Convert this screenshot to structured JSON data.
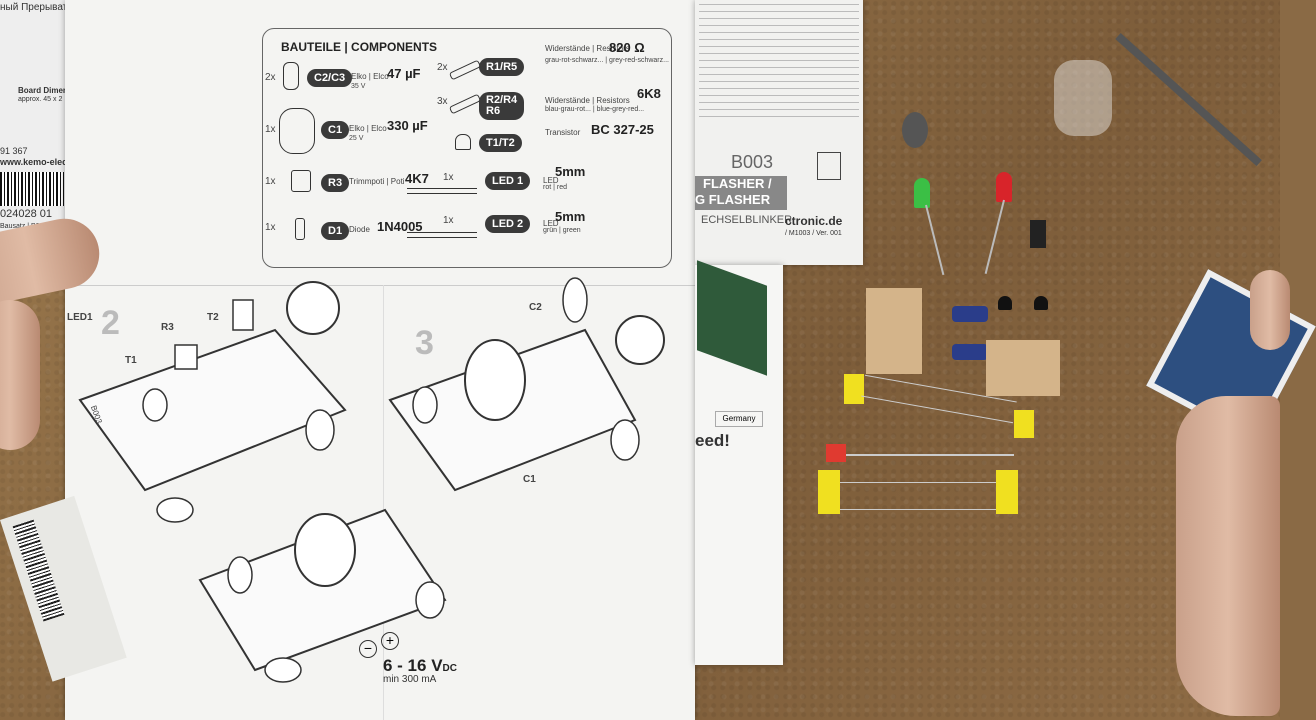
{
  "components_header": "BAUTEILE | COMPONENTS",
  "parts": {
    "c2c3": {
      "qty": "2x",
      "tag": "C2/C3",
      "desc": "Elko | Elco",
      "val": "47 µF",
      "sub": "35 V"
    },
    "c1": {
      "qty": "1x",
      "tag": "C1",
      "desc": "Elko | Elco",
      "val": "330 µF",
      "sub": "25 V"
    },
    "r3": {
      "qty": "1x",
      "tag": "R3",
      "desc": "Trimmpoti | Poti",
      "val": "4K7"
    },
    "d1": {
      "qty": "1x",
      "tag": "D1",
      "desc": "Diode",
      "val": "1N4005"
    },
    "r1r5": {
      "qty": "2x",
      "tag": "R1/R5",
      "desc": "Widerstände | Resistors",
      "val": "820 Ω",
      "sub": "grau-rot-schwarz... | grey-red-schwarz..."
    },
    "r2r4r6": {
      "qty": "3x",
      "tag": "R2/R4\nR6",
      "desc": "Widerstände | Resistors",
      "val": "6K8",
      "sub": "blau-grau-rot... | blue-grey-red..."
    },
    "t1t2": {
      "qty": "",
      "tag": "T1/T2",
      "desc": "Transistor",
      "val": "BC 327-25"
    },
    "led1": {
      "qty": "1x",
      "tag": "LED 1",
      "desc": "LED",
      "val": "5mm",
      "sub": "rot | red"
    },
    "led2": {
      "qty": "1x",
      "tag": "LED 2",
      "desc": "LED",
      "val": "5mm",
      "sub": "grün | green"
    }
  },
  "steps": {
    "s2": "2",
    "s3": "3"
  },
  "power": {
    "minus": "−",
    "plus": "+",
    "voltage": "6 - 16 V",
    "dc": "DC",
    "min": "min 300 mA"
  },
  "left_card": {
    "title": "ный Прерыват",
    "board": "Board Dimens",
    "approx": "approx. 45 x 2",
    "phone": "91 367",
    "url": "www.kemo-elec",
    "barcode": "024028 01",
    "sub": "Bausatz | B00"
  },
  "right_sheet": {
    "code": "B003",
    "flasher1": "FLASHER /",
    "flasher2": "G FLASHER",
    "wechsel": "ECHSELBLINKER",
    "url": "ctronic.de",
    "ver": "/ M1003 / Ver. 001",
    "germany": "Germany",
    "eed": "eed!"
  },
  "diagram_labels": {
    "t1": "T1",
    "t2": "T2",
    "r3": "R3",
    "c1": "C1",
    "c2": "C2",
    "led1": "LED1",
    "b003": "B003"
  }
}
